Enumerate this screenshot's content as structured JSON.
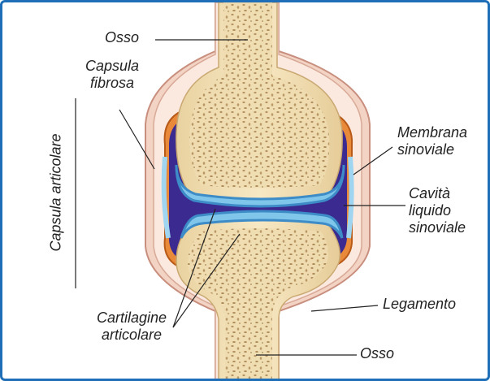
{
  "labels": {
    "bone_top": "Osso",
    "fibrous_capsule": [
      "Capsula",
      "fibrosa"
    ],
    "articular_capsule": "Capsula articolare",
    "synovial_membrane": [
      "Membrana",
      "sinoviale"
    ],
    "synovial_cavity": [
      "Cavità",
      "liquido",
      "sinoviale"
    ],
    "ligament": "Legamento",
    "articular_cartilage": [
      "Cartilagine",
      "articolare"
    ],
    "bone_bottom": "Osso"
  },
  "colors": {
    "frame_border": "#1e6fb8",
    "bone": "#f2dfb4",
    "bone_pores": "#9c7a44",
    "cavity": "#3b2a8f",
    "cartilage": "#7fc6ea",
    "membrane": "#e07a2a",
    "capsule": "#f0c8b8"
  }
}
